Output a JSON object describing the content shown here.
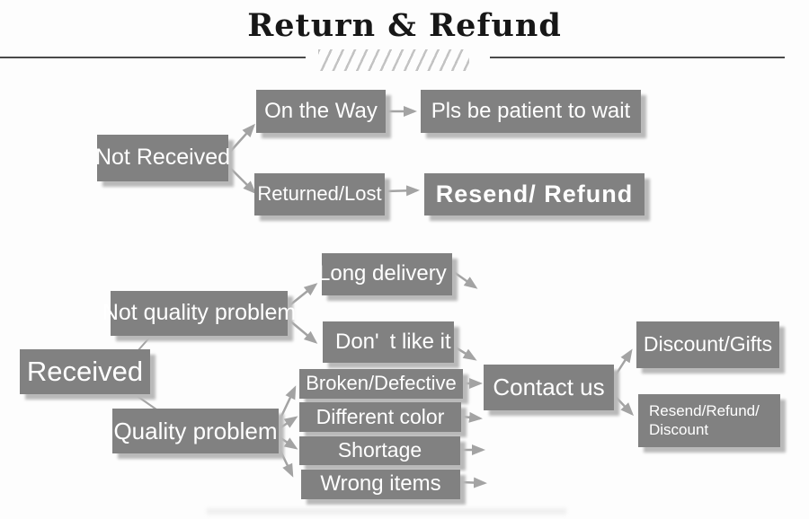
{
  "title": "Return & Refund",
  "colors": {
    "node_fill": "#818181",
    "node_text": "#ffffff",
    "arrow": "#a3a3a3",
    "rule": "#4a4a4a",
    "hatch": "#c3c3c3"
  },
  "flow_not_received": {
    "root": "Not Received",
    "on_the_way": "On the Way",
    "pls_wait": "Pls be patient to wait",
    "returned_lost": "Returned/Lost",
    "resend_refund": "Resend/ Refund"
  },
  "flow_received": {
    "root": "Received",
    "not_quality_problem": "Not quality problem",
    "long_delivery": "Long delivery",
    "dont_like_it": "Don' t like it",
    "quality_problem": "Quality problem",
    "broken_defective": "Broken/Defective",
    "different_color": "Different color",
    "shortage": "Shortage",
    "wrong_items": "Wrong items",
    "contact_us": "Contact us",
    "discount_gifts": "Discount/Gifts",
    "resend_refund_discount_line1": "Resend/Refund/",
    "resend_refund_discount_line2": "Discount"
  }
}
